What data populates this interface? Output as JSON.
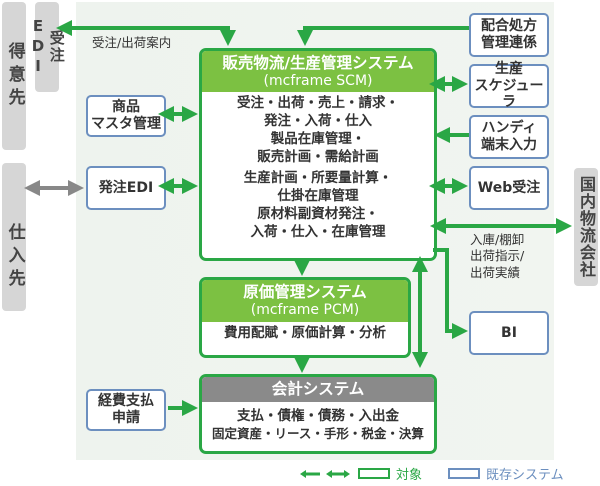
{
  "external": {
    "customer": "得意先",
    "order_edi": "受注EDI",
    "supplier": "仕入先",
    "logistics": "国内物流会社"
  },
  "labels": {
    "order_shipping_notice": "受注/出荷案内",
    "warehouse_instructions": [
      "入庫/棚卸",
      "出荷指示/",
      "出荷実績"
    ]
  },
  "left_boxes": {
    "product_master": [
      "商品",
      "マスタ管理"
    ],
    "purchase_edi": "発注EDI",
    "expense_request": [
      "経費支払",
      "申請"
    ]
  },
  "right_boxes": {
    "formula_link": [
      "配合処方",
      "管理連係"
    ],
    "scheduler": [
      "生産",
      "スケジューラ"
    ],
    "handy_terminal": [
      "ハンディ",
      "端末入力"
    ],
    "web_order": "Web受注",
    "bi": "BI"
  },
  "scm": {
    "title": "販売物流/生産管理システム",
    "subtitle": "(mcframe SCM)",
    "lines": [
      "受注・出荷・売上・請求・",
      "発注・入荷・仕入",
      "製品在庫管理・",
      "販売計画・需給計画",
      "生産計画・所要量計算・",
      "仕掛在庫管理",
      "原材料副資材発注・",
      "入荷・仕入・在庫管理"
    ]
  },
  "pcm": {
    "title": "原価管理システム",
    "subtitle": "(mcframe PCM)",
    "lines": [
      "費用配賦・原価計算・分析"
    ]
  },
  "accounting": {
    "title": "会計システム",
    "lines": [
      "支払・債権・債務・入出金",
      "固定資産・リース・手形・税金・決算"
    ]
  },
  "legend": {
    "target": "対象",
    "existing": "既存システム"
  },
  "colors": {
    "green": "#2aa745",
    "light_green": "#7cc142",
    "blue_border": "#6c8fbf",
    "gray": "#8a8a8a",
    "external_gray": "#d6d6d6"
  }
}
